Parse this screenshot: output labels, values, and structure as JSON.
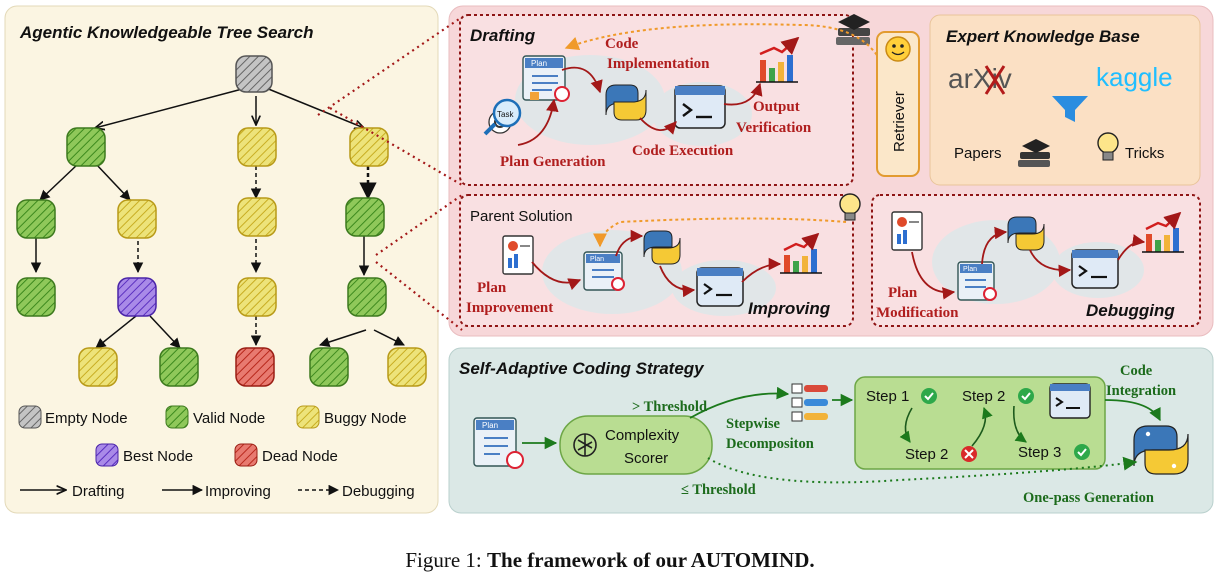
{
  "tree_panel": {
    "title": "Agentic Knowledgeable Tree Search",
    "legend": {
      "empty": "Empty Node",
      "valid": "Valid Node",
      "buggy": "Buggy Node",
      "best": "Best Node",
      "dead": "Dead Node",
      "drafting": "Drafting",
      "improving": "Improving",
      "debugging": "Debugging"
    }
  },
  "drafting": {
    "title": "Drafting",
    "code_implementation": [
      "Code",
      "Implementation"
    ],
    "plan_generation": "Plan Generation",
    "code_execution": "Code Execution",
    "output_verification": [
      "Output",
      "Verification"
    ],
    "task_label": "Task",
    "plan_label": "Plan"
  },
  "retriever": "Retriever",
  "knowledge_base": {
    "title": "Expert Knowledge Base",
    "arxiv": "arXiv",
    "kaggle": "kaggle",
    "papers": "Papers",
    "tricks": "Tricks"
  },
  "improving": {
    "parent_solution": "Parent Solution",
    "plan_improvement": [
      "Plan",
      "Improvement"
    ],
    "title": "Improving"
  },
  "debugging": {
    "plan_modification": [
      "Plan",
      "Modification"
    ],
    "title": "Debugging"
  },
  "coding_strategy": {
    "title": "Self-Adaptive Coding Strategy",
    "complexity_scorer": [
      "Complexity",
      "Scorer"
    ],
    "gt_threshold": "> Threshold",
    "le_threshold": "≤ Threshold",
    "stepwise": [
      "Stepwise",
      "Decompositon"
    ],
    "step1": "Step 1",
    "step2a": "Step 2",
    "step2b": "Step 2",
    "step3": "Step 3",
    "code_integration": [
      "Code",
      "Integration"
    ],
    "one_pass": "One-pass Generation"
  },
  "caption": {
    "prefix": "Figure 1: ",
    "bold": "The framework of our AUTOMIND."
  }
}
